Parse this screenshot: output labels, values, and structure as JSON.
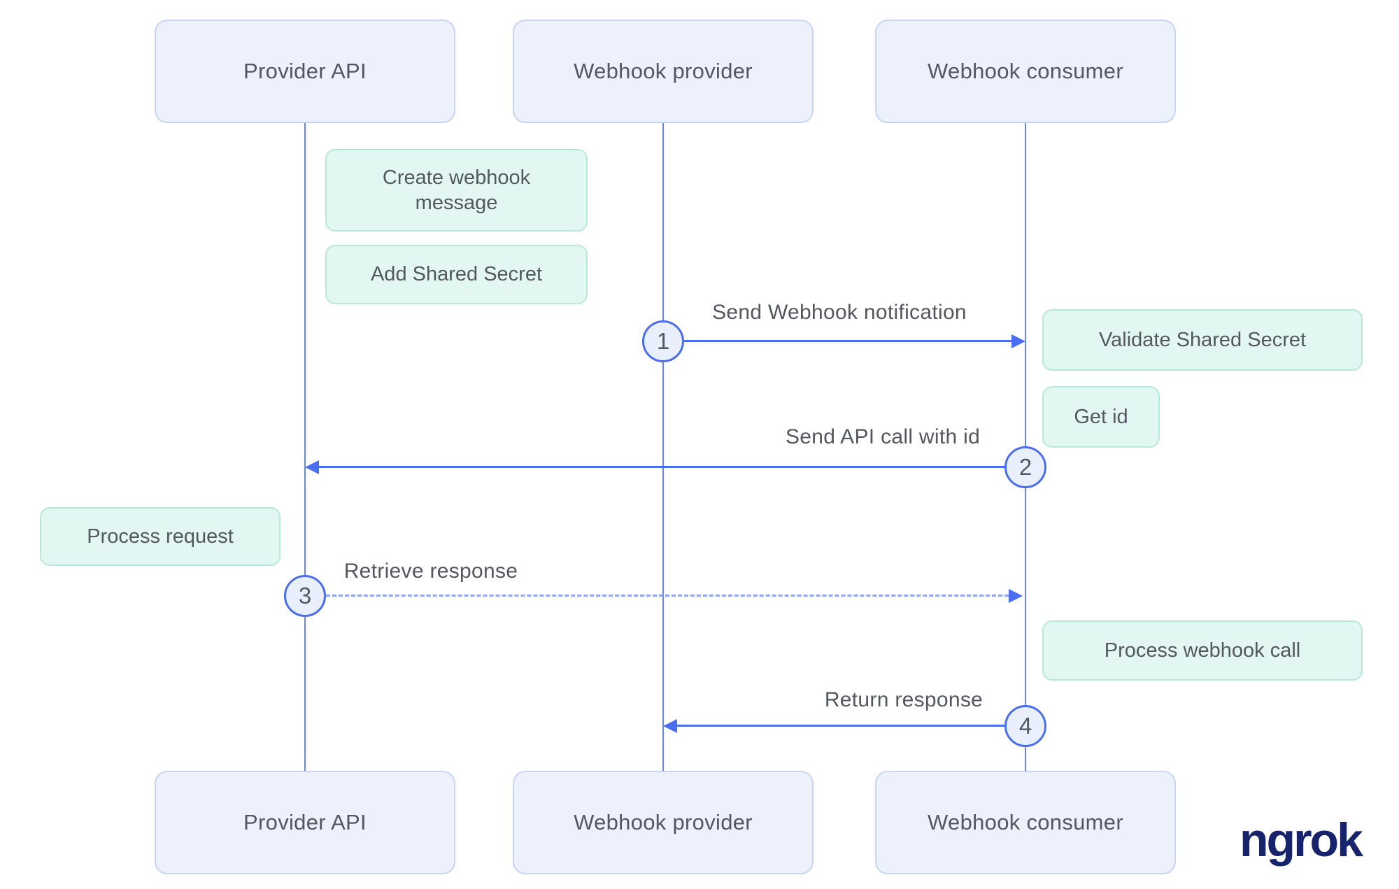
{
  "colors": {
    "background": "#ffffff",
    "actor_fill": "#edf1fc",
    "actor_border": "#c7d4f2",
    "note_fill": "#e2f7f2",
    "note_border": "#b9e9d9",
    "arrow_blue": "#4a6ef0",
    "dashed_blue": "#8fa6f2",
    "lifeline": "#6b83ee",
    "circle_fill": "#e9effc",
    "text_dark": "#53575f",
    "logo_navy": "#17246b"
  },
  "actors": {
    "top": [
      {
        "label": "Provider API"
      },
      {
        "label": "Webhook provider"
      },
      {
        "label": "Webhook consumer"
      }
    ],
    "bottom": [
      {
        "label": "Provider API"
      },
      {
        "label": "Webhook provider"
      },
      {
        "label": "Webhook consumer"
      }
    ]
  },
  "notes": [
    {
      "label": "Create webhook message",
      "actor": "Provider API"
    },
    {
      "label": "Add Shared Secret",
      "actor": "Provider API"
    },
    {
      "label": "Validate Shared Secret",
      "actor": "Webhook consumer"
    },
    {
      "label": "Get id",
      "actor": "Webhook consumer"
    },
    {
      "label": "Process request",
      "actor": "Provider API"
    },
    {
      "label": "Process webhook call",
      "actor": "Webhook consumer"
    }
  ],
  "messages": [
    {
      "num": "1",
      "label": "Send Webhook notification",
      "from": "Webhook provider",
      "to": "Webhook consumer",
      "line": "solid",
      "direction": "right"
    },
    {
      "num": "2",
      "label": "Send API call with id",
      "from": "Webhook consumer",
      "to": "Provider API",
      "line": "solid",
      "direction": "left"
    },
    {
      "num": "3",
      "label": "Retrieve response",
      "from": "Provider API",
      "to": "Webhook consumer",
      "line": "dashed",
      "direction": "right"
    },
    {
      "num": "4",
      "label": "Return response",
      "from": "Webhook consumer",
      "to": "Webhook provider",
      "line": "solid",
      "direction": "left"
    }
  ],
  "logo": {
    "text": "ngrok"
  }
}
